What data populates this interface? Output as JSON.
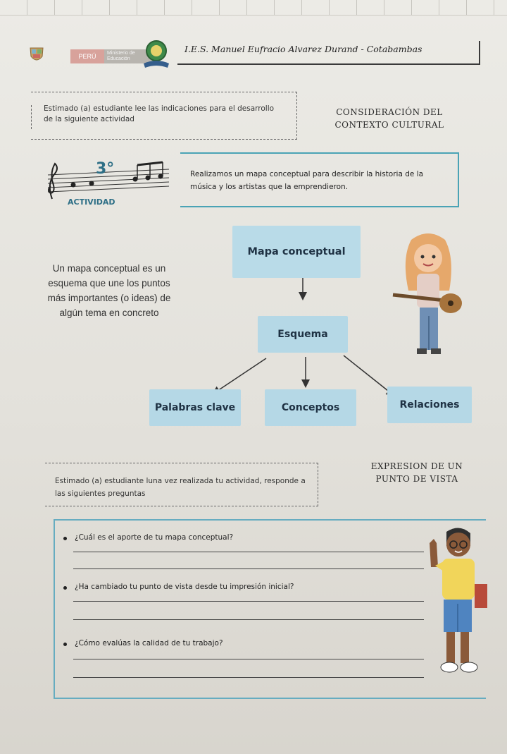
{
  "header": {
    "peru_label": "PERÚ",
    "ministerio_label": "Ministerio de Educación",
    "school_name": "I.E.S. Manuel Eufracio Alvarez Durand - Cotabambas"
  },
  "instruction_1": {
    "text": "Estimado (a) estudiante lee las indicaciones para el desarrollo de la siguiente actividad"
  },
  "section_1_heading": {
    "line1": "CONSIDERACIÓN DEL",
    "line2": "CONTEXTO CULTURAL"
  },
  "activity": {
    "number": "3°",
    "label": "ACTIVIDAD",
    "text": "Realizamos un mapa conceptual para describir la historia de la música y los artistas que la emprendieron."
  },
  "concept_map": {
    "definition": "Un mapa conceptual es un esquema que une los puntos más importantes (o ideas) de algún tema en concreto",
    "title_node": "Mapa conceptual",
    "middle_node": "Esquema",
    "leaf_nodes": [
      "Palabras clave",
      "Conceptos",
      "Relaciones"
    ]
  },
  "instruction_2": {
    "text": "Estimado (a) estudiante luna vez realizada tu actividad, responde a las siguientes preguntas"
  },
  "section_2_heading": {
    "line1": "EXPRESION DE UN",
    "line2": "PUNTO DE VISTA"
  },
  "questions": [
    "¿Cuál es el aporte de tu mapa conceptual?",
    "¿Ha cambiado tu punto de vista desde tu impresión inicial?",
    "¿Cómo evalúas la calidad de tu trabajo?"
  ],
  "colors": {
    "node_fill": "#b5d8e6",
    "accent_border": "#4aa3b5",
    "peru_red": "#d8a29b"
  }
}
